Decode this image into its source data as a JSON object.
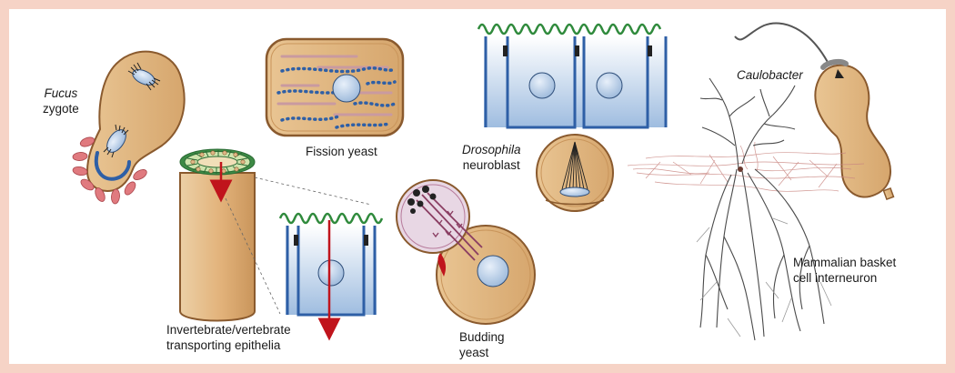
{
  "labels": {
    "fucus_italic": "Fucus",
    "fucus_rest": "zygote",
    "fission_yeast": "Fission yeast",
    "drosophila_italic": "Drosophila",
    "drosophila_rest": "neuroblast",
    "caulobacter": "Caulobacter",
    "epithelia_line1": "Invertebrate/vertebrate",
    "epithelia_line2": "transporting epithelia",
    "budding_line1": "Budding",
    "budding_line2": "yeast",
    "basket_line1": "Mammalian basket",
    "basket_line2": "cell interneuron"
  },
  "colors": {
    "frame": "#f6d3c6",
    "cell_fill": "#e0b887",
    "cell_stroke": "#8a5a2e",
    "nucleus": "#b7cde5",
    "microvilli": "#2f8a3c",
    "polarity_marker": "#c0141c",
    "membrane_blue": "#2e5fa6",
    "tip_pink": "#e07a7f",
    "dark": "#222222",
    "neuron_dark": "#555555",
    "neuron_red": "#b9544a"
  }
}
